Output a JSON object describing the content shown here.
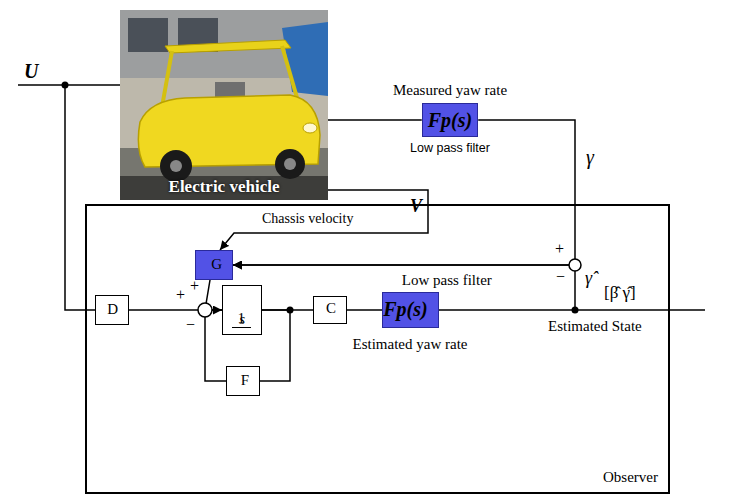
{
  "diagram": {
    "nodes": [
      {
        "text": [
          "Electric vehicle"
        ]
      },
      {
        "text": [
          "Fp(s)",
          "Low pass filter"
        ]
      },
      {
        "text": [
          "Observer"
        ]
      },
      {
        "text": [
          "G"
        ],
        "in": 2
      },
      {
        "text": [
          "D"
        ],
        "in": 2
      },
      {
        "text": [
          "1",
          "s"
        ],
        "in": 2
      },
      {
        "text": [
          "C"
        ],
        "in": 2
      },
      {
        "text": [
          "Fp(s)",
          "Low pass filter"
        ],
        "in": 2
      },
      {
        "text": [
          "F"
        ],
        "in": 2
      }
    ],
    "edges": [
      {
        "from": 0,
        "to": 1,
        "arrow": "none"
      },
      {
        "from": 0,
        "to": 3,
        "arrow": "to"
      },
      {
        "from": 1,
        "to": 3,
        "arrow": "to"
      },
      {
        "from": 3,
        "to": 5,
        "arrow": "to"
      },
      {
        "from": 4,
        "to": 5,
        "arrow": "none"
      },
      {
        "from": 8,
        "to": 5,
        "arrow": "none"
      },
      {
        "from": 5,
        "to": 6,
        "arrow": "none"
      },
      {
        "from": 5,
        "to": 8,
        "arrow": "none"
      },
      {
        "from": 6,
        "to": 7,
        "arrow": "none"
      },
      {
        "from": 7,
        "to": 3,
        "arrow": "to"
      }
    ],
    "labels": [
      "U",
      "Measured yaw rate",
      "γ",
      "Chassis velocity",
      "V",
      "+",
      "−",
      "+",
      "+",
      "−",
      "γ̂",
      "[β̂ γ̂]",
      "Estimated State",
      "Estimated yaw rate"
    ]
  }
}
